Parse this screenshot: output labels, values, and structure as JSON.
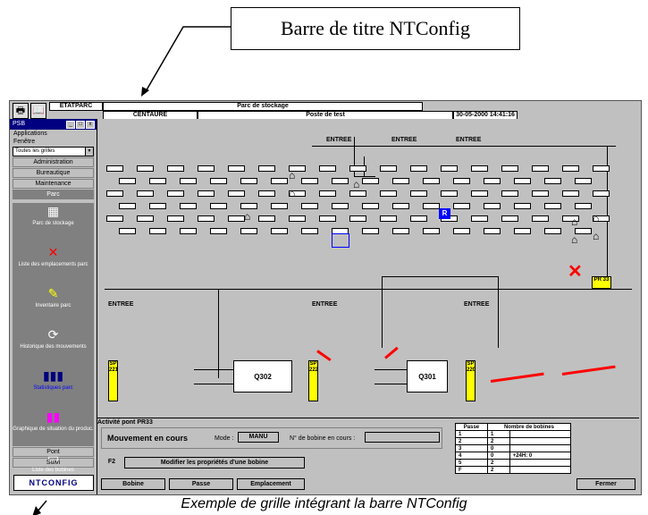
{
  "callout": {
    "text": "Barre de titre NTConfig"
  },
  "titlebar": {
    "module": "ETATPARC",
    "title": "Parc de stockage",
    "site": "CENTAURE",
    "post": "Poste de test",
    "datetime": "30-05-2000 14:41:16"
  },
  "sidebar": {
    "app": "PSB",
    "menu": [
      "Applications",
      "Fenêtre"
    ],
    "grid_select": "Toutes les grilles",
    "sections": [
      "Administration",
      "Bureautique",
      "Maintenance",
      "Parc"
    ],
    "tools": [
      {
        "label": "Parc de stockage",
        "icon": "storage-park-icon"
      },
      {
        "label": "Liste des emplacements parc",
        "icon": "red-cross-icon"
      },
      {
        "label": "Inventaire parc",
        "icon": "inventory-icon"
      },
      {
        "label": "Historique des mouvements",
        "icon": "history-icon"
      },
      {
        "label": "Statistiques parc",
        "icon": "bar-chart-icon"
      },
      {
        "label": "Graphique de situation du produc.",
        "icon": "color-chart-icon"
      },
      {
        "label": "Liste des bobines",
        "icon": "coil-list-icon"
      }
    ],
    "bottom": [
      "Pont",
      "Suivi"
    ],
    "logo": "NTCONFIG"
  },
  "grid": {
    "entrees": [
      "ENTREE",
      "ENTREE",
      "ENTREE",
      "ENTREE",
      "ENTREE",
      "ENTREE"
    ],
    "marker": "R",
    "q1": "Q302",
    "q2": "Q301",
    "pont_pr": "PR 33",
    "ponts": [
      "SP 221",
      "SP 222",
      "SP 220"
    ]
  },
  "activity": {
    "title": "Activité pont PR33",
    "status": "Mouvement en cours",
    "mode_label": "Mode :",
    "mode_value": "MANU",
    "coil_label": "N° de bobine en cours :",
    "coil_value": ""
  },
  "passe_table": {
    "headers": [
      "Passe",
      "Nombre de bobines"
    ],
    "rows": [
      [
        "1",
        "1",
        ""
      ],
      [
        "2",
        "2",
        ""
      ],
      [
        "3",
        "0",
        ""
      ],
      [
        "4",
        "0",
        "+24H:   0"
      ],
      [
        "5",
        "2",
        ""
      ],
      [
        "F",
        "2",
        ""
      ]
    ]
  },
  "buttons": {
    "f2": "F2",
    "modify": "Modifier les propriétés d'une bobine",
    "bobine": "Bobine",
    "passe": "Passe",
    "emplacement": "Emplacement",
    "fermer": "Fermer"
  },
  "caption": "Exemple de grille intégrant la barre NTConfig"
}
